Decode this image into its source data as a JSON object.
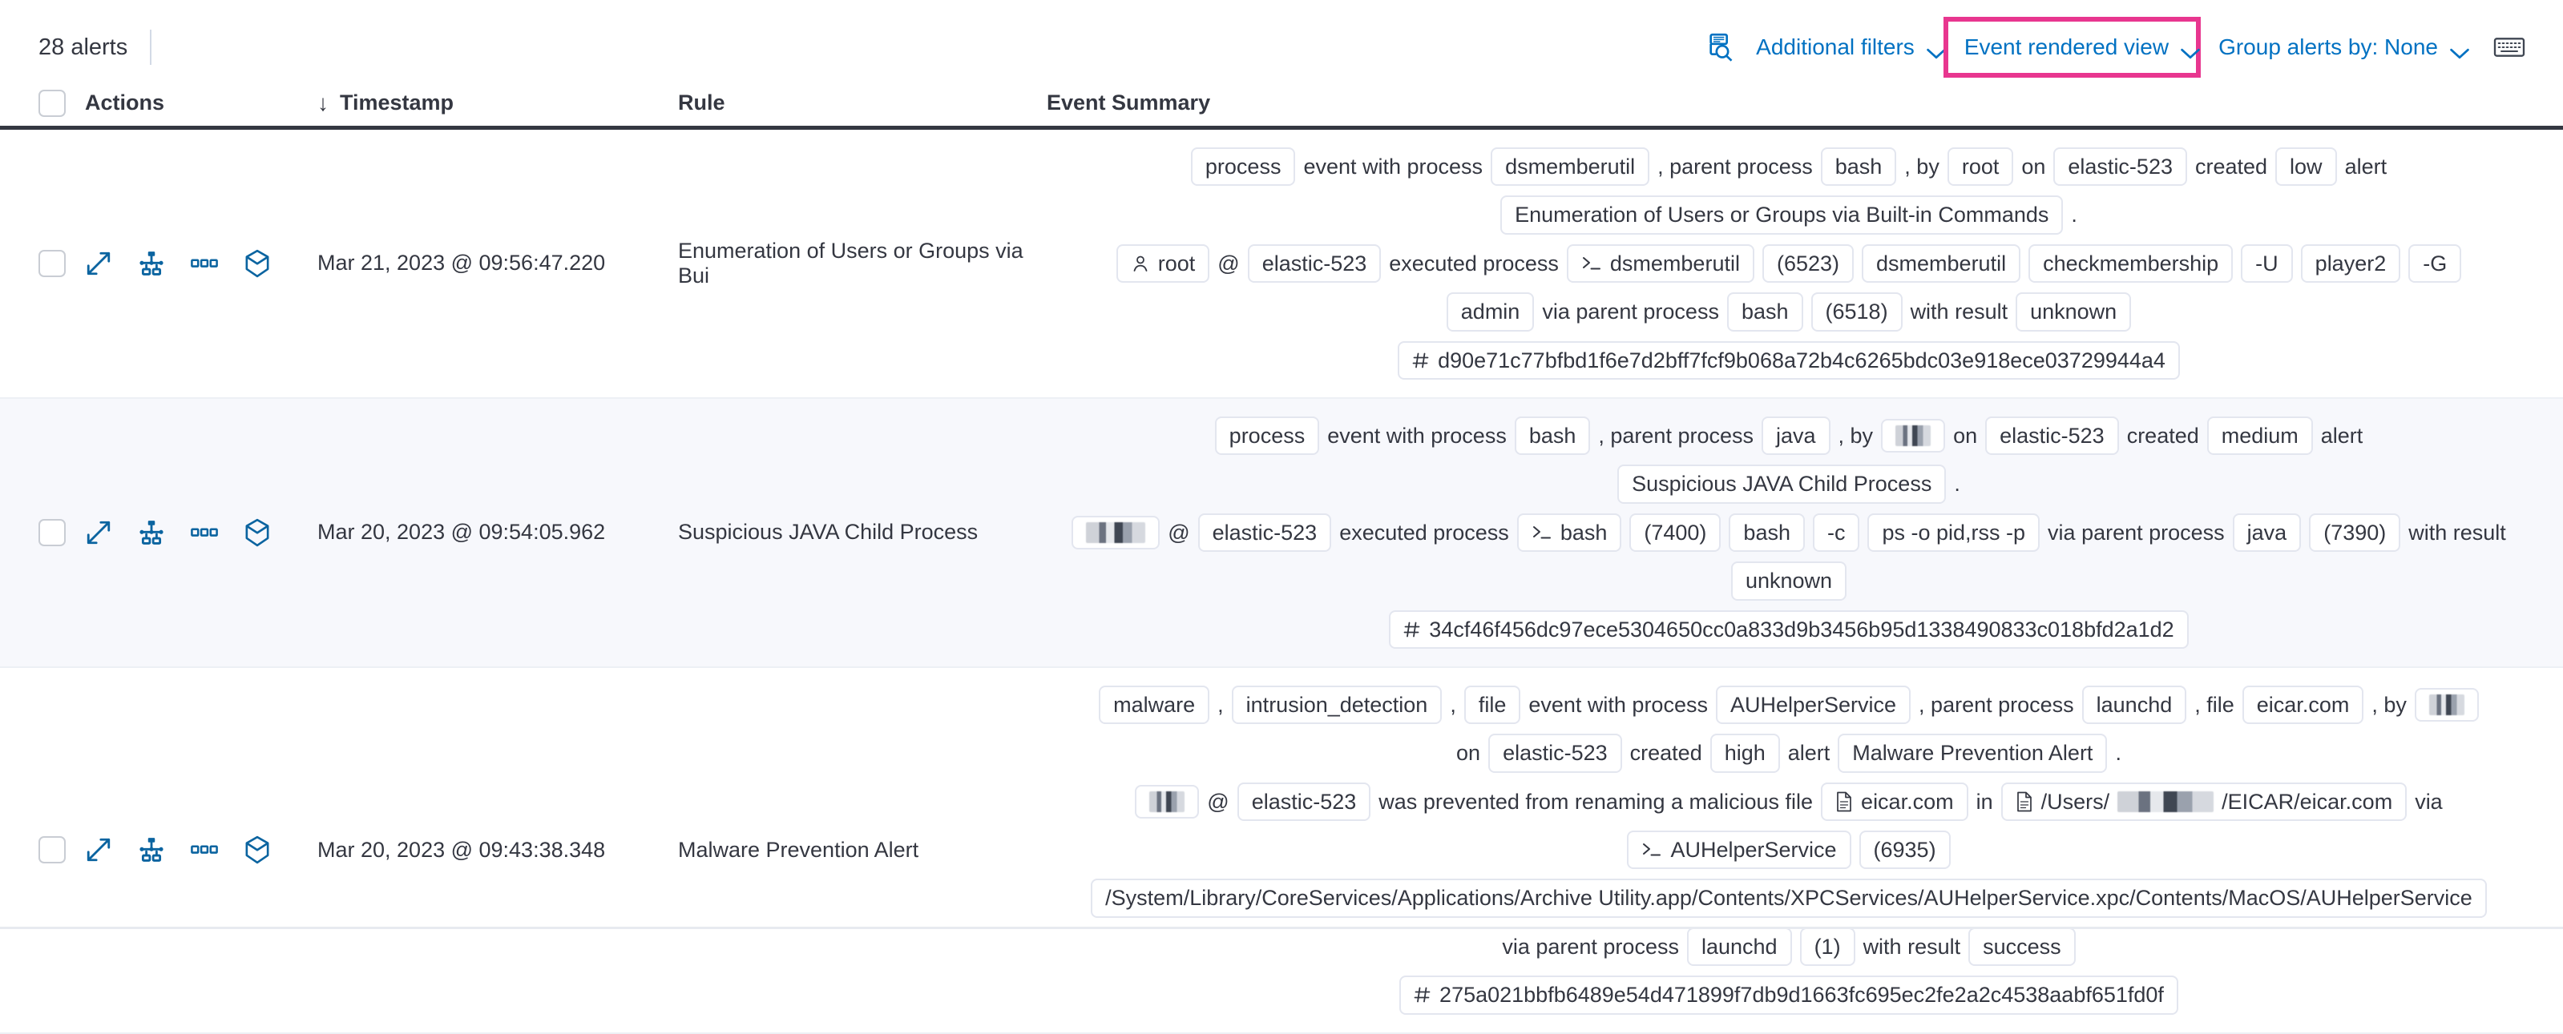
{
  "toolbar": {
    "alert_count": "28 alerts",
    "inspect_icon": "inspect-search-icon",
    "additional_filters": "Additional filters",
    "event_rendered_view": "Event rendered view",
    "group_alerts_by": "Group alerts by: None",
    "keyboard_shortcut_icon": "keyboard-icon",
    "highlight_color": "#e8368f",
    "link_color": "#0071c2"
  },
  "table": {
    "columns": {
      "select_all": "",
      "actions": "Actions",
      "timestamp": "Timestamp",
      "sort_indicator": "↓",
      "rule": "Rule",
      "event_summary": "Event Summary"
    },
    "row_actions": [
      "expand-icon",
      "analyzer-icon",
      "more-actions-icon",
      "session-view-icon"
    ],
    "rows": [
      {
        "timestamp": "Mar 21, 2023 @ 09:56:47.220",
        "rule": "Enumeration of Users or Groups via Bui",
        "summary_lines": [
          [
            {
              "t": "chip",
              "v": "process"
            },
            {
              "t": "text",
              "v": "event with process"
            },
            {
              "t": "chip",
              "v": "dsmemberutil"
            },
            {
              "t": "text",
              "v": ", parent process"
            },
            {
              "t": "chip",
              "v": "bash"
            },
            {
              "t": "text",
              "v": ", by"
            },
            {
              "t": "chip",
              "v": "root"
            },
            {
              "t": "text",
              "v": "on"
            },
            {
              "t": "chip",
              "v": "elastic-523"
            },
            {
              "t": "text",
              "v": "created"
            },
            {
              "t": "chip",
              "v": "low"
            },
            {
              "t": "text",
              "v": "alert"
            }
          ],
          [
            {
              "t": "chip",
              "v": "Enumeration of Users or Groups via Built-in Commands"
            },
            {
              "t": "text",
              "v": "."
            }
          ],
          [
            {
              "t": "chip",
              "v": "root",
              "icon": "user-icon"
            },
            {
              "t": "text",
              "v": "@"
            },
            {
              "t": "chip",
              "v": "elastic-523"
            },
            {
              "t": "text",
              "v": "executed process"
            },
            {
              "t": "chip",
              "v": "dsmemberutil",
              "icon": "console-icon"
            },
            {
              "t": "chip",
              "v": "(6523)"
            },
            {
              "t": "chip",
              "v": "dsmemberutil"
            },
            {
              "t": "chip",
              "v": "checkmembership"
            },
            {
              "t": "chip",
              "v": "-U"
            },
            {
              "t": "chip",
              "v": "player2"
            },
            {
              "t": "chip",
              "v": "-G"
            }
          ],
          [
            {
              "t": "chip",
              "v": "admin"
            },
            {
              "t": "text",
              "v": "via parent process"
            },
            {
              "t": "chip",
              "v": "bash"
            },
            {
              "t": "chip",
              "v": "(6518)"
            },
            {
              "t": "text",
              "v": "with result"
            },
            {
              "t": "chip",
              "v": "unknown"
            }
          ],
          [
            {
              "t": "chip",
              "v": "d90e71c77bfbd1f6e7d2bff7fcf9b068a72b4c6265bdc03e918ece03729944a4",
              "icon": "hash-icon"
            }
          ]
        ]
      },
      {
        "timestamp": "Mar 20, 2023 @ 09:54:05.962",
        "rule": "Suspicious JAVA Child Process",
        "summary_lines": [
          [
            {
              "t": "chip",
              "v": "process"
            },
            {
              "t": "text",
              "v": "event with process"
            },
            {
              "t": "chip",
              "v": "bash"
            },
            {
              "t": "text",
              "v": ", parent process"
            },
            {
              "t": "chip",
              "v": "java"
            },
            {
              "t": "text",
              "v": ", by"
            },
            {
              "t": "chip",
              "v": "",
              "redact": "w3"
            },
            {
              "t": "text",
              "v": "on"
            },
            {
              "t": "chip",
              "v": "elastic-523"
            },
            {
              "t": "text",
              "v": "created"
            },
            {
              "t": "chip",
              "v": "medium"
            },
            {
              "t": "text",
              "v": "alert"
            }
          ],
          [
            {
              "t": "chip",
              "v": "Suspicious JAVA Child Process"
            },
            {
              "t": "text",
              "v": "."
            }
          ],
          [
            {
              "t": "chip",
              "v": "",
              "redact": "w5"
            },
            {
              "t": "text",
              "v": "@"
            },
            {
              "t": "chip",
              "v": "elastic-523"
            },
            {
              "t": "text",
              "v": "executed process"
            },
            {
              "t": "chip",
              "v": "bash",
              "icon": "console-icon"
            },
            {
              "t": "chip",
              "v": "(7400)"
            },
            {
              "t": "chip",
              "v": "bash"
            },
            {
              "t": "chip",
              "v": "-c"
            },
            {
              "t": "chip",
              "v": "ps -o pid,rss -p"
            },
            {
              "t": "text",
              "v": "via parent process"
            },
            {
              "t": "chip",
              "v": "java"
            },
            {
              "t": "chip",
              "v": "(7390)"
            },
            {
              "t": "text",
              "v": "with result"
            }
          ],
          [
            {
              "t": "chip",
              "v": "unknown"
            }
          ],
          [
            {
              "t": "chip",
              "v": "34cf46f456dc97ece5304650cc0a833d9b3456b95d1338490833c018bfd2a1d2",
              "icon": "hash-icon"
            }
          ]
        ]
      },
      {
        "timestamp": "Mar 20, 2023 @ 09:43:38.348",
        "rule": "Malware Prevention Alert",
        "summary_lines": [
          [
            {
              "t": "chip",
              "v": "malware"
            },
            {
              "t": "text",
              "v": ","
            },
            {
              "t": "chip",
              "v": "intrusion_detection"
            },
            {
              "t": "text",
              "v": ","
            },
            {
              "t": "chip",
              "v": "file"
            },
            {
              "t": "text",
              "v": "event with process"
            },
            {
              "t": "chip",
              "v": "AUHelperService"
            },
            {
              "t": "text",
              "v": ", parent process"
            },
            {
              "t": "chip",
              "v": "launchd"
            },
            {
              "t": "text",
              "v": ", file"
            },
            {
              "t": "chip",
              "v": "eicar.com"
            },
            {
              "t": "text",
              "v": ", by"
            },
            {
              "t": "chip",
              "v": "",
              "redact": "w3"
            }
          ],
          [
            {
              "t": "text",
              "v": "on"
            },
            {
              "t": "chip",
              "v": "elastic-523"
            },
            {
              "t": "text",
              "v": "created"
            },
            {
              "t": "chip",
              "v": "high"
            },
            {
              "t": "text",
              "v": "alert"
            },
            {
              "t": "chip",
              "v": "Malware Prevention Alert"
            },
            {
              "t": "text",
              "v": "."
            }
          ],
          [
            {
              "t": "chip",
              "v": "",
              "redact": "w3"
            },
            {
              "t": "text",
              "v": "@"
            },
            {
              "t": "chip",
              "v": "elastic-523"
            },
            {
              "t": "text",
              "v": "was prevented from renaming a malicious file"
            },
            {
              "t": "chip",
              "v": "eicar.com",
              "icon": "file-icon"
            },
            {
              "t": "text",
              "v": "in"
            },
            {
              "t": "chip",
              "v": "/Users/|REDACT|/EICAR/eicar.com",
              "icon": "file-icon",
              "redact_inline": true
            },
            {
              "t": "text",
              "v": "via"
            }
          ],
          [
            {
              "t": "chip",
              "v": "AUHelperService",
              "icon": "console-icon"
            },
            {
              "t": "chip",
              "v": "(6935)"
            }
          ],
          [
            {
              "t": "chip",
              "v": "/System/Library/CoreServices/Applications/Archive Utility.app/Contents/XPCServices/AUHelperService.xpc/Contents/MacOS/AUHelperService"
            }
          ],
          [
            {
              "t": "text",
              "v": "via parent process"
            },
            {
              "t": "chip",
              "v": "launchd"
            },
            {
              "t": "chip",
              "v": "(1)"
            },
            {
              "t": "text",
              "v": "with result"
            },
            {
              "t": "chip",
              "v": "success"
            }
          ],
          [
            {
              "t": "chip",
              "v": "275a021bbfb6489e54d471899f7db9d1663fc695ec2fe2a2c4538aabf651fd0f",
              "icon": "hash-icon"
            }
          ]
        ]
      }
    ]
  }
}
